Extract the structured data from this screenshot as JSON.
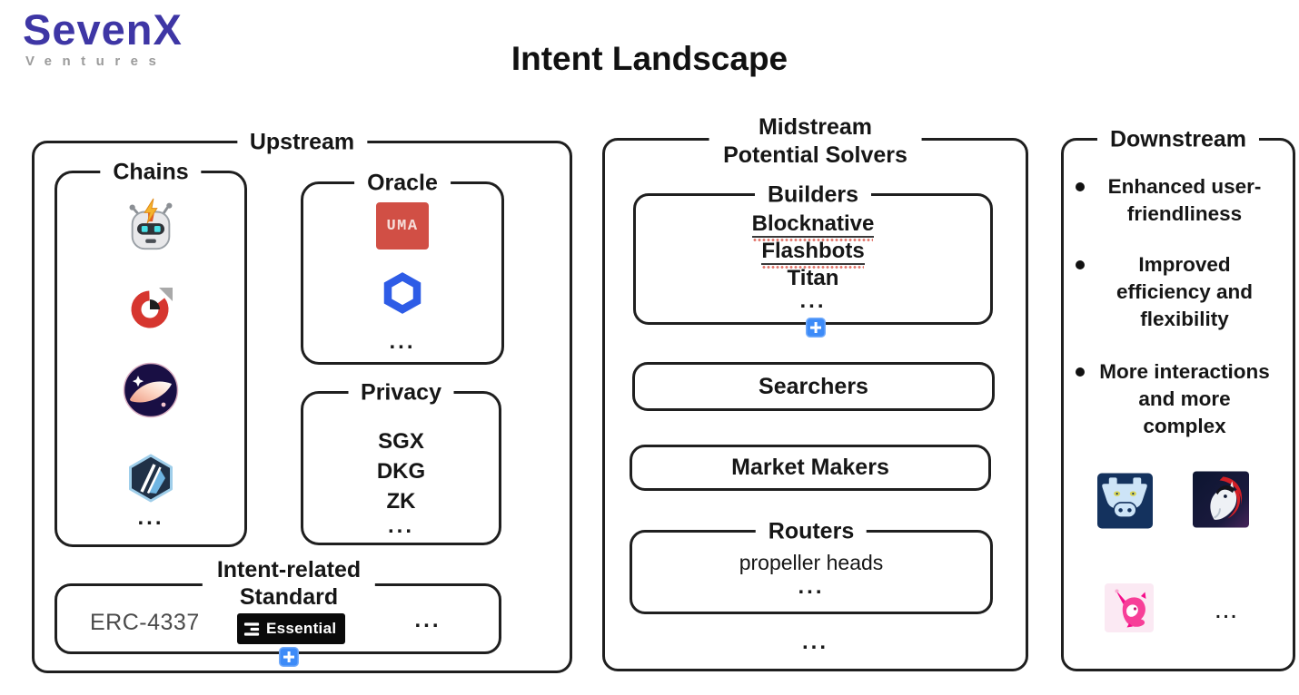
{
  "logo": {
    "name": "SevenX",
    "sub": "Ventures"
  },
  "title": "Intent Landscape",
  "ellipsis": "...",
  "upstream": {
    "label": "Upstream",
    "chains": {
      "label": "Chains",
      "icons": [
        "robot-icon",
        "donut-chart-icon",
        "comet-icon",
        "arbitrum-icon"
      ]
    },
    "oracle": {
      "label": "Oracle",
      "uma_text": "UMA",
      "icons": [
        "uma-logo",
        "chainlink-logo"
      ]
    },
    "privacy": {
      "label": "Privacy",
      "items": [
        "SGX",
        "DKG",
        "ZK"
      ]
    },
    "standard": {
      "label_line1": "Intent-related",
      "label_line2": "Standard",
      "erc": "ERC-4337",
      "essential": "Essential"
    }
  },
  "midstream": {
    "label_line1": "Midstream",
    "label_line2": "Potential Solvers",
    "builders": {
      "label": "Builders",
      "items": [
        "Blocknative",
        "Flashbots",
        "Titan"
      ]
    },
    "searchers_label": "Searchers",
    "market_makers_label": "Market Makers",
    "routers": {
      "label": "Routers",
      "items": [
        "propeller heads"
      ]
    }
  },
  "downstream": {
    "label": "Downstream",
    "bullets": [
      {
        "lines": [
          "Enhanced user-",
          "friendliness"
        ]
      },
      {
        "lines": [
          "Improved",
          "efficiency and",
          "flexibility"
        ]
      },
      {
        "lines": [
          "More interactions",
          "and more",
          "complex"
        ]
      }
    ],
    "icons": [
      "cowswap-logo",
      "oneinch-logo",
      "uniswap-logo"
    ]
  },
  "colors": {
    "border": "#1f1f1f",
    "plus_blue": "#3d8bf8",
    "uma_red": "#d14f45",
    "chainlink_blue": "#2e5ce6",
    "essential_bg": "#0a0a0a",
    "logo_purple": "#3e36a5",
    "cow_navy": "#14325e",
    "oneinch_bg": "#101b33",
    "uniswap_pink": "#f50d8a"
  }
}
